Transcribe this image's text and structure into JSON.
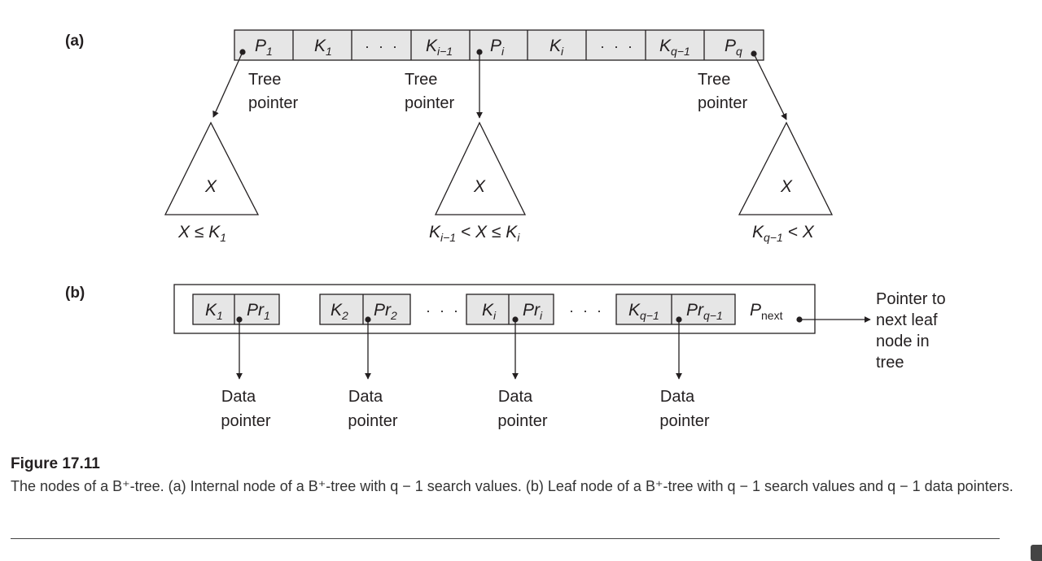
{
  "section_a": {
    "label": "(a)"
  },
  "section_b": {
    "label": "(b)"
  },
  "internal_node": {
    "cells": [
      {
        "main": "P",
        "sub": "1",
        "italic_sub": false
      },
      {
        "main": "K",
        "sub": "1",
        "italic_sub": false
      },
      {
        "main": "· · ·",
        "sub": "",
        "italic_sub": false
      },
      {
        "main": "K",
        "sub": "i−1",
        "italic_sub": true
      },
      {
        "main": "P",
        "sub": "i",
        "italic_sub": true
      },
      {
        "main": "K",
        "sub": "i",
        "italic_sub": true
      },
      {
        "main": "· · ·",
        "sub": "",
        "italic_sub": false
      },
      {
        "main": "K",
        "sub": "q−1",
        "italic_sub": true
      },
      {
        "main": "P",
        "sub": "q",
        "italic_sub": true
      }
    ],
    "pointer_labels": [
      {
        "line1": "Tree",
        "line2": "pointer"
      },
      {
        "line1": "Tree",
        "line2": "pointer"
      },
      {
        "line1": "Tree",
        "line2": "pointer"
      }
    ]
  },
  "subtrees": [
    {
      "inner": "X",
      "condition": {
        "parts": [
          "X ≤ K",
          "1",
          ""
        ]
      }
    },
    {
      "inner": "X",
      "condition": {
        "parts": [
          "K",
          "i−1",
          " < X ≤ K",
          "i"
        ]
      }
    },
    {
      "inner": "X",
      "condition": {
        "parts": [
          "K",
          "q−1",
          " < X"
        ]
      }
    }
  ],
  "leaf_node": {
    "pairs": [
      {
        "k_main": "K",
        "k_sub": "1",
        "k_sub_italic": false,
        "pr_main": "Pr",
        "pr_sub": "1",
        "pr_sub_italic": false
      },
      {
        "k_main": "K",
        "k_sub": "2",
        "k_sub_italic": false,
        "pr_main": "Pr",
        "pr_sub": "2",
        "pr_sub_italic": false
      },
      {
        "k_main": "K",
        "k_sub": "i",
        "k_sub_italic": true,
        "pr_main": "Pr",
        "pr_sub": "i",
        "pr_sub_italic": true
      },
      {
        "k_main": "K",
        "k_sub": "q−1",
        "k_sub_italic": true,
        "pr_main": "Pr",
        "pr_sub": "q−1",
        "pr_sub_italic": true
      }
    ],
    "ellipsis": "· · ·",
    "next_main": "P",
    "next_sub": "next",
    "data_pointer": {
      "line1": "Data",
      "line2": "pointer"
    },
    "next_label": [
      "Pointer to",
      "next leaf",
      "node in",
      "tree"
    ]
  },
  "caption": {
    "title": "Figure 17.11",
    "text": "The nodes of a B⁺-tree. (a) Internal node of a B⁺-tree with q − 1 search values. (b) Leaf node of a B⁺-tree with q − 1 search values and q − 1 data pointers."
  },
  "colors": {
    "cell_fill": "#e6e6e6",
    "stroke": "#231f20",
    "text": "#231f20"
  }
}
